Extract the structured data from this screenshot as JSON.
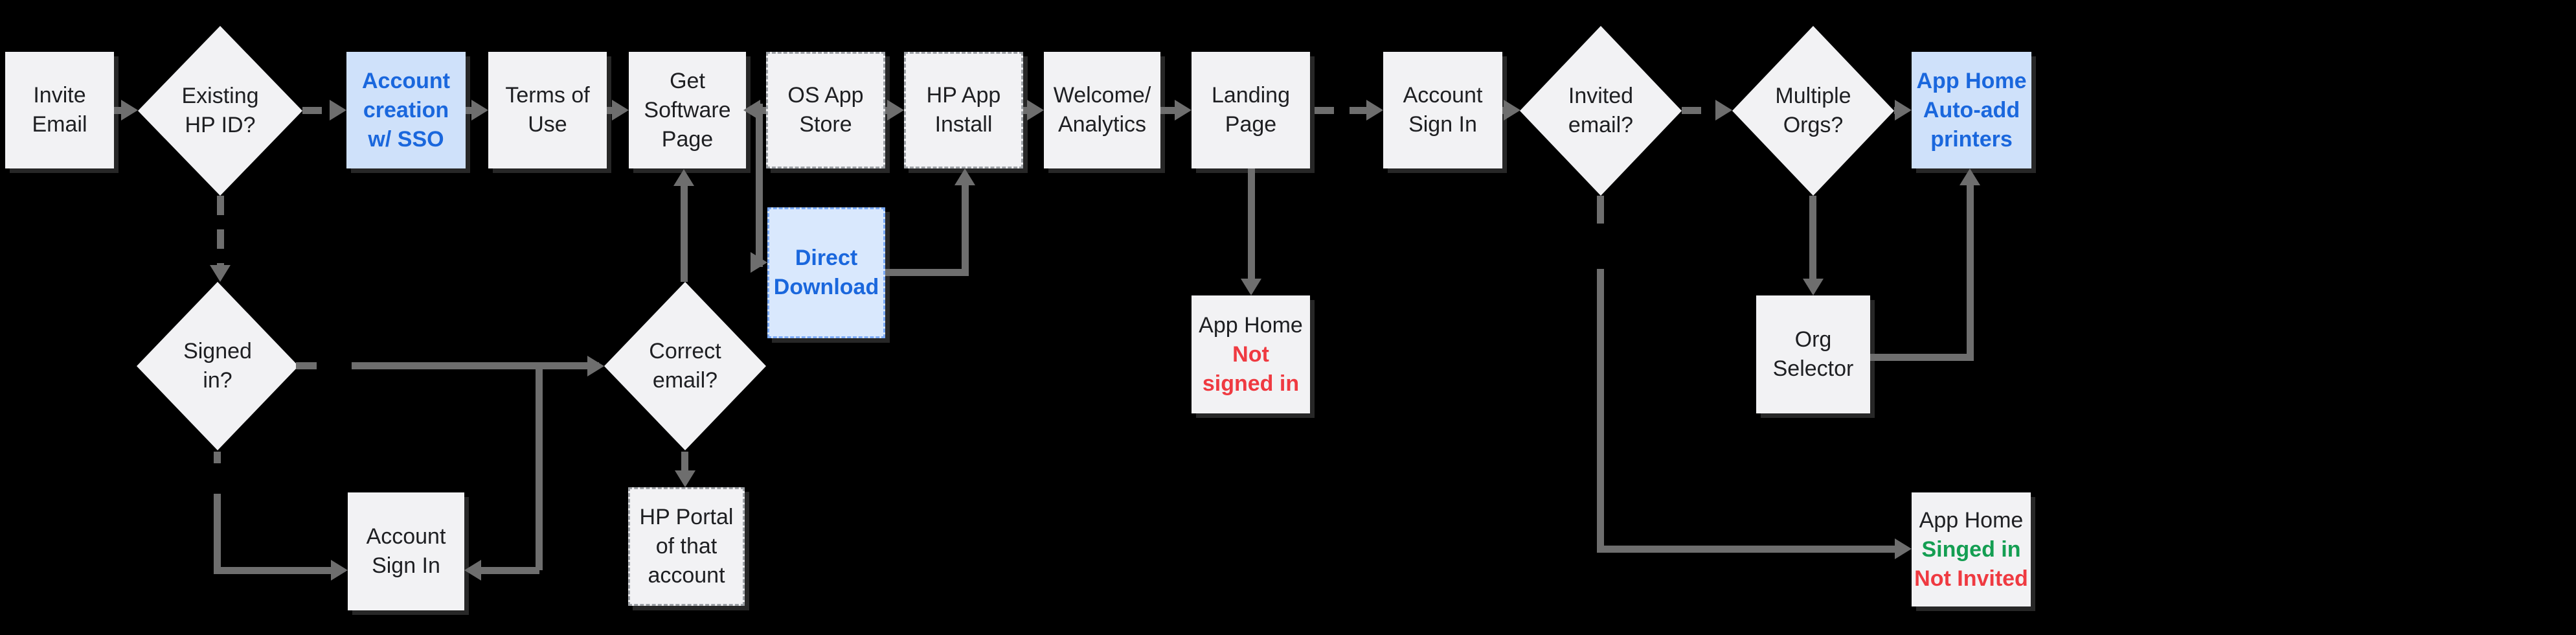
{
  "palette": {
    "background": "#000000",
    "node_fill": "#f2f2f4",
    "text_dark": "#1e1f22",
    "blue_node_fill": "#cfe1fa",
    "direct_download_fill": "#d9e8fd",
    "blue_text": "#1a67dd",
    "red_text": "#ef3a41",
    "green_text": "#149e52",
    "connector_gray": "#6e6e6e",
    "dashed_border_gray": "#9da1a6",
    "dashed_border_blue": "#7baaf7"
  },
  "nodes": {
    "invite_email": {
      "label": "Invite\nEmail"
    },
    "existing_hp_id": {
      "label": "Existing\nHP ID?"
    },
    "account_creation_sso": {
      "label": "Account\ncreation\nw/ SSO"
    },
    "terms_of_use": {
      "label": "Terms of\nUse"
    },
    "get_software_page": {
      "label": "Get\nSoftware\nPage"
    },
    "os_app_store": {
      "label": "OS App\nStore"
    },
    "hp_app_install": {
      "label": "HP App\nInstall"
    },
    "welcome_analytics": {
      "label": "Welcome/\nAnalytics"
    },
    "landing_page": {
      "label": "Landing\nPage"
    },
    "account_sign_in_top": {
      "label": "Account\nSign In"
    },
    "invited_email": {
      "label": "Invited\nemail?"
    },
    "multiple_orgs": {
      "label": "Multiple\nOrgs?"
    },
    "app_home_auto_add": {
      "label": "App Home\nAuto-add\nprinters"
    },
    "direct_download": {
      "label": "Direct\nDownload"
    },
    "signed_in": {
      "label": "Signed\nin?"
    },
    "correct_email": {
      "label": "Correct\nemail?"
    },
    "app_home_not_signed_in": {
      "line1": "App Home",
      "line2": "Not",
      "line3": "signed in"
    },
    "account_sign_in_bottom": {
      "label": "Account\nSign In"
    },
    "hp_portal": {
      "label": "HP Portal\nof that\naccount"
    },
    "org_selector": {
      "label": "Org\nSelector"
    },
    "app_home_signed_in": {
      "line1": "App Home",
      "line2": "Singed in",
      "line3": "Not Invited"
    }
  }
}
